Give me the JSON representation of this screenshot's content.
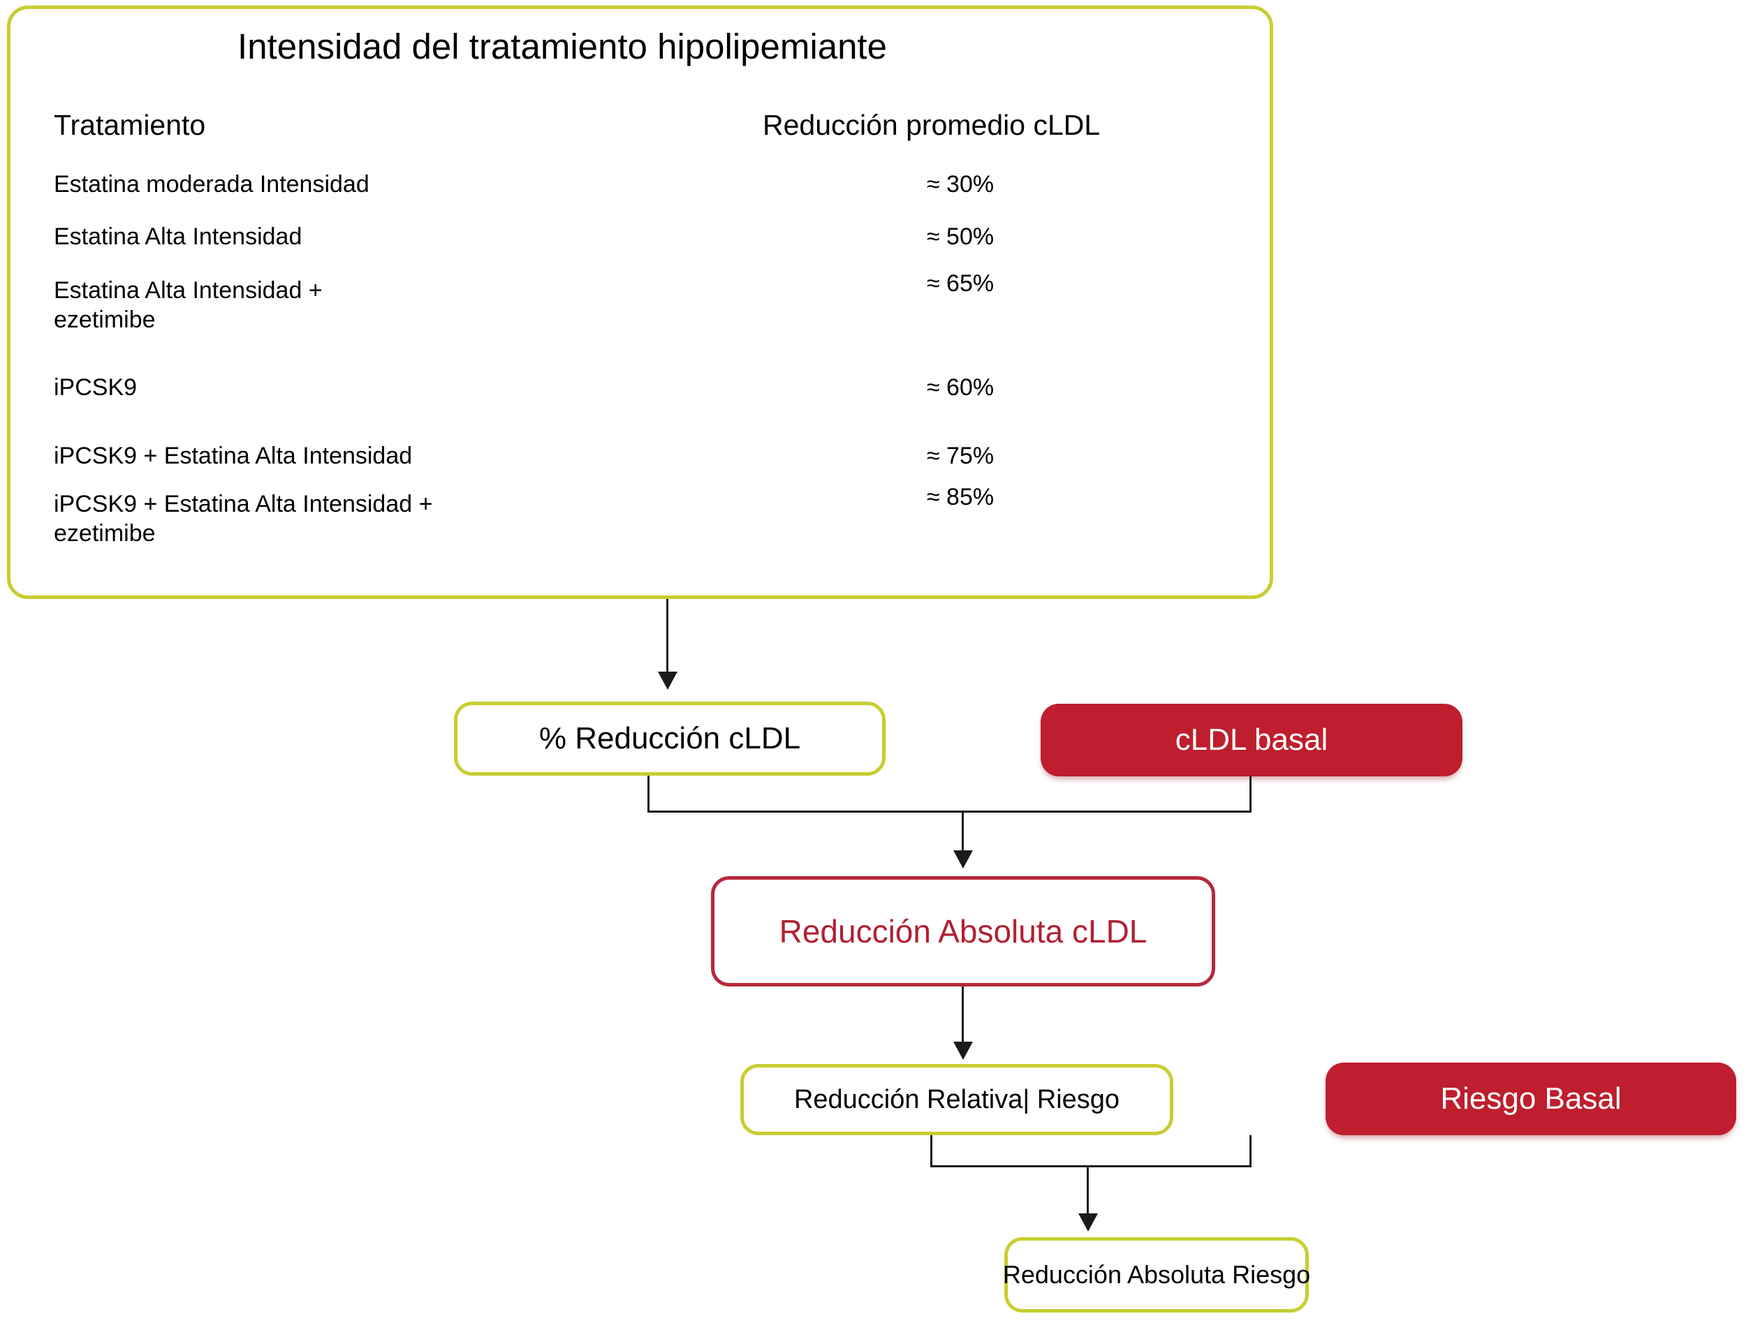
{
  "panel": {
    "title": "Intensidad del tratamiento hipolipemiante",
    "columns": {
      "treatment": "Tratamiento",
      "reduction": "Reducción promedio cLDL"
    },
    "rows": [
      {
        "treatment": "Estatina moderada Intensidad",
        "reduction": "≈ 30%"
      },
      {
        "treatment": "Estatina Alta Intensidad",
        "reduction": "≈ 50%"
      },
      {
        "treatment": "Estatina Alta Intensidad + ezetimibe",
        "reduction": "≈ 65%"
      },
      {
        "treatment": "iPCSK9",
        "reduction": "≈ 60%"
      },
      {
        "treatment": "iPCSK9 + Estatina Alta Intensidad",
        "reduction": "≈ 75%"
      },
      {
        "treatment": "iPCSK9 + Estatina Alta Intensidad + ezetimibe",
        "reduction": "≈ 85%"
      }
    ]
  },
  "flow": {
    "nodes": {
      "pct_reduccion_cldl": "% Reducción cLDL",
      "cldl_basal": "cLDL basal",
      "reduccion_absoluta_cldl": "Reducción Absoluta cLDL",
      "reduccion_relativa_riesgo": "Reducción Relativa| Riesgo",
      "riesgo_basal": "Riesgo Basal",
      "reduccion_absoluta_riesgo": "Reducción Absoluta Riesgo"
    }
  },
  "colors": {
    "olive_border": "#c8cd32",
    "red_fill": "#be1e2d",
    "red_border": "#b5293a",
    "red_text": "#b02131",
    "connector": "#1a1a1a",
    "background": "#ffffff"
  }
}
